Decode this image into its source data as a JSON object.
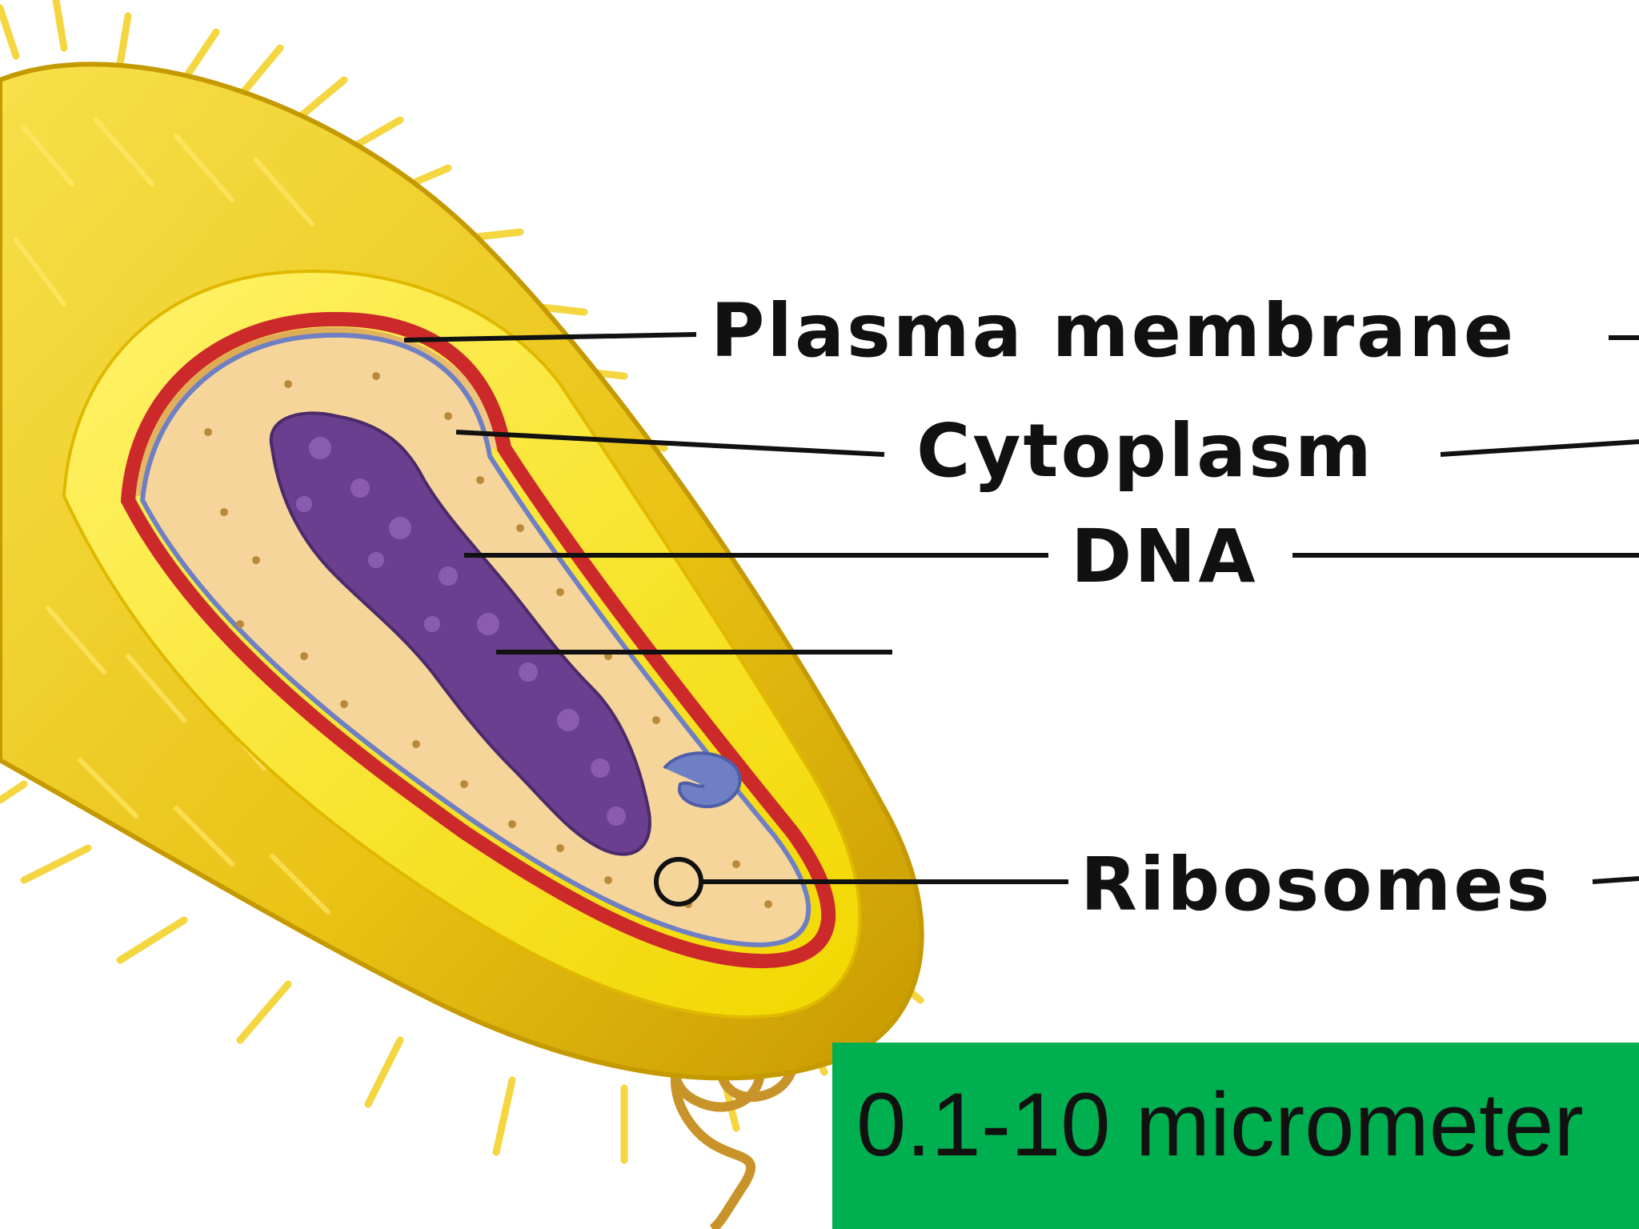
{
  "diagram": {
    "labels": {
      "plasma_membrane": "Plasma membrane",
      "cytoplasm": "Cytoplasm",
      "dna": "DNA",
      "ribosomes": "Ribosomes"
    },
    "size_note": "0.1-10 micrometer"
  },
  "colors": {
    "cell_wall": "#f2d21a",
    "capsule": "#e8c200",
    "plasma_membrane": "#cc2a2a",
    "cytoplasm": "#f6d59a",
    "dna": "#6b3f8f",
    "plasmid": "#6f7fc4",
    "size_box": "#00b050"
  }
}
